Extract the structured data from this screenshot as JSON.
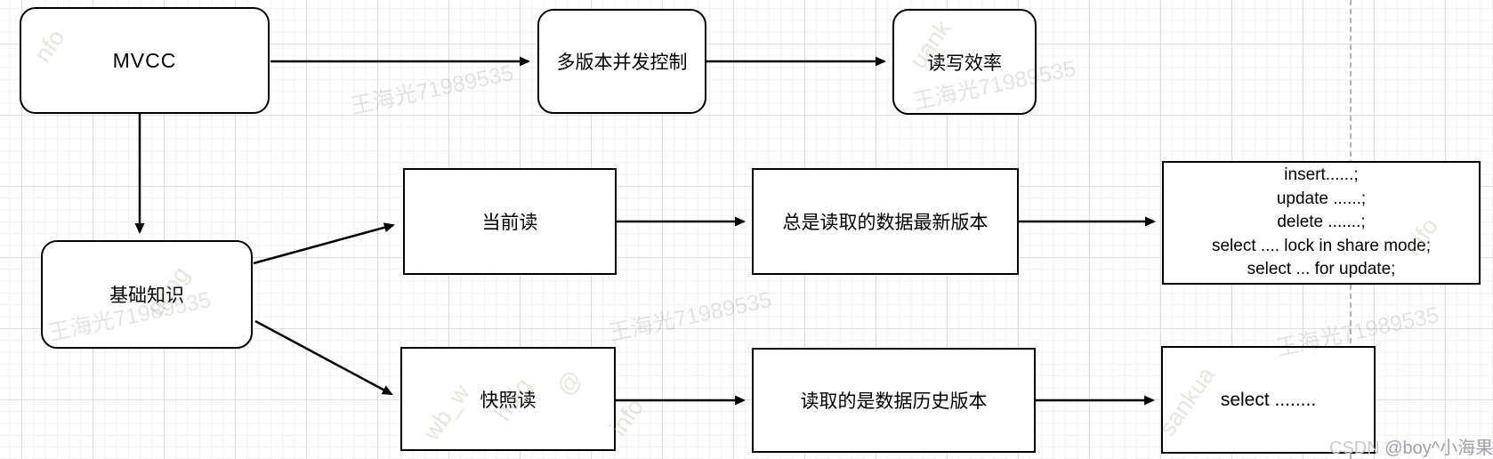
{
  "nodes": {
    "mvcc": {
      "label": "MVCC"
    },
    "multi_version": {
      "label": "多版本并发控制"
    },
    "rw_efficiency": {
      "label": "读写效率"
    },
    "basics": {
      "label": "基础知识"
    },
    "current_read": {
      "label": "当前读"
    },
    "latest_version": {
      "label": "总是读取的数据最新版本"
    },
    "sql_current": {
      "lines": [
        "insert......;",
        "update ......;",
        "delete .......;",
        "select .... lock in share mode;",
        "select ... for update;"
      ]
    },
    "snapshot_read": {
      "label": "快照读"
    },
    "history_version": {
      "label": "读取的是数据历史版本"
    },
    "sql_snapshot": {
      "label": "select ........"
    }
  },
  "edges": [
    {
      "from": "mvcc",
      "to": "multi_version"
    },
    {
      "from": "multi_version",
      "to": "rw_efficiency"
    },
    {
      "from": "mvcc",
      "to": "basics"
    },
    {
      "from": "basics",
      "to": "current_read"
    },
    {
      "from": "basics",
      "to": "snapshot_read"
    },
    {
      "from": "current_read",
      "to": "latest_version"
    },
    {
      "from": "latest_version",
      "to": "sql_current"
    },
    {
      "from": "snapshot_read",
      "to": "history_version"
    },
    {
      "from": "history_version",
      "to": "sql_snapshot"
    }
  ],
  "watermarks": {
    "owner": "王海光71989535",
    "fragments": [
      "wb_w",
      "haig",
      "@",
      "uang",
      "sankua",
      "info",
      "info",
      "uank",
      "nfo"
    ]
  },
  "credit": {
    "prefix": "CSDN ",
    "handle": "@boy^小海果"
  },
  "palette": {
    "node_border": "#000000",
    "node_fill": "#ffffff",
    "arrow": "#000000",
    "grid_minor": "#f1f1f1",
    "grid_major": "#dcdcdc",
    "dashed_guide": "#b4b4b4",
    "watermark_gray": "rgba(0,0,0,0.11)",
    "credit_prefix": "#c6c9ce",
    "credit_handle": "#9da1a7"
  }
}
